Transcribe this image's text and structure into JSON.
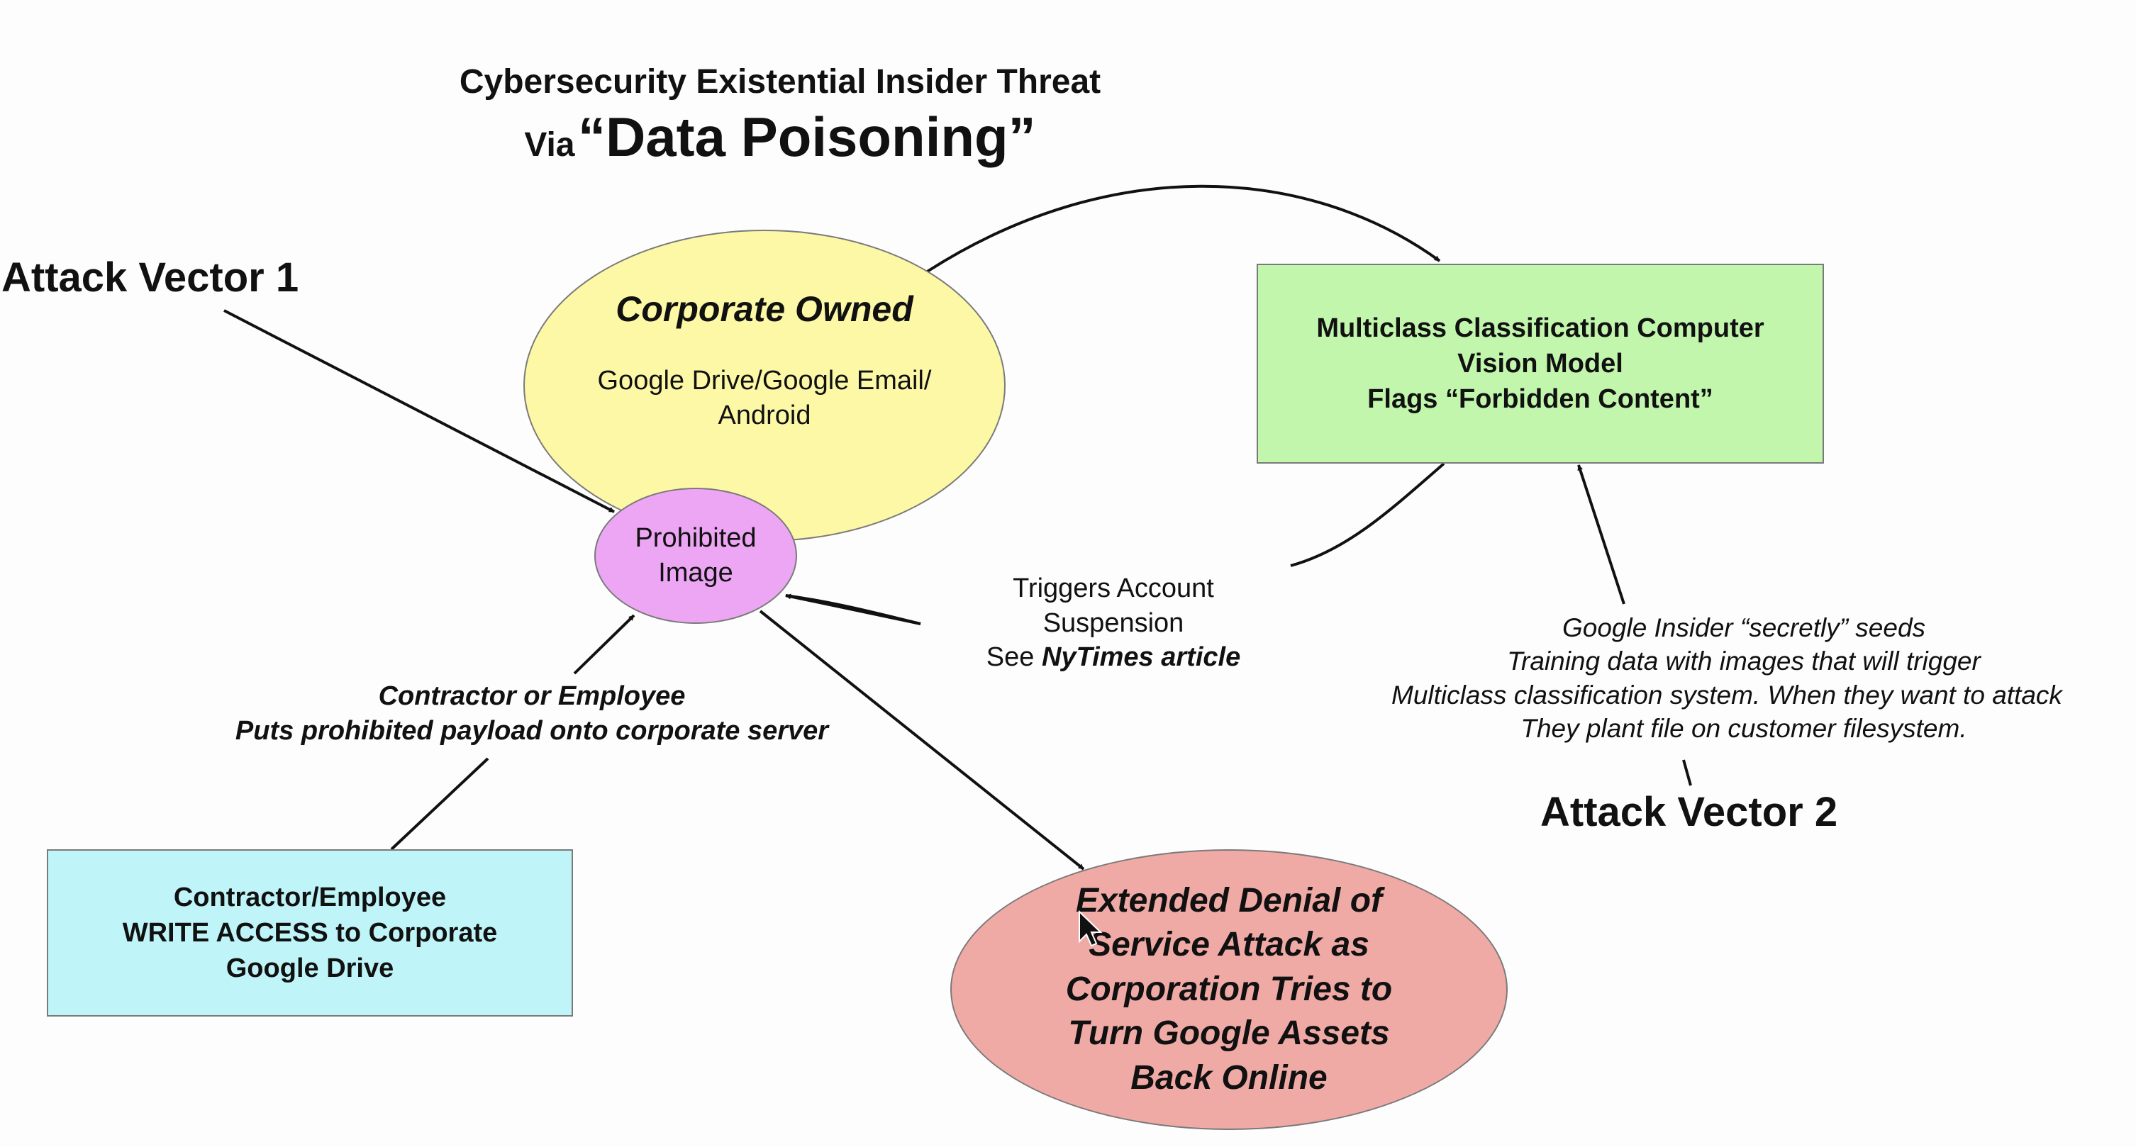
{
  "title": {
    "line1": "Cybersecurity Existential Insider Threat",
    "line2_small": "Via",
    "line2_big": "“Data Poisoning”"
  },
  "attack_vector_1": "Attack Vector 1",
  "attack_vector_2": "Attack Vector 2",
  "nodes": {
    "corporate": {
      "title": "Corporate Owned",
      "lines": [
        "Google Drive/Google Email/",
        "Android"
      ],
      "color": "#fdf8a6"
    },
    "prohibited": {
      "lines": [
        "Prohibited",
        "Image"
      ],
      "color": "#eda6f3"
    },
    "classifier": {
      "lines": [
        "Multiclass Classification Computer",
        "Vision Model",
        "Flags “Forbidden Content”"
      ],
      "color": "#c2f6ad"
    },
    "contractor_box": {
      "lines": [
        "Contractor/Employee",
        "WRITE ACCESS to Corporate",
        "Google Drive"
      ],
      "color": "#bff5f9"
    },
    "dos": {
      "lines": [
        "Extended Denial of",
        "Service Attack as",
        "Corporation Tries to",
        "Turn Google Assets",
        "Back Online"
      ],
      "color": "#f0aaa6"
    }
  },
  "labels": {
    "contractor_action": [
      "Contractor or Employee",
      "Puts prohibited payload onto corporate server"
    ],
    "triggers": {
      "line1": "Triggers Account",
      "line2": "Suspension",
      "line3_prefix": "See ",
      "line3_emph": "NyTimes article"
    },
    "insider": [
      "Google Insider “secretly” seeds",
      "Training data with images that will trigger",
      "Multiclass classification system.  When they want to attack",
      "They plant file on customer filesystem."
    ]
  }
}
